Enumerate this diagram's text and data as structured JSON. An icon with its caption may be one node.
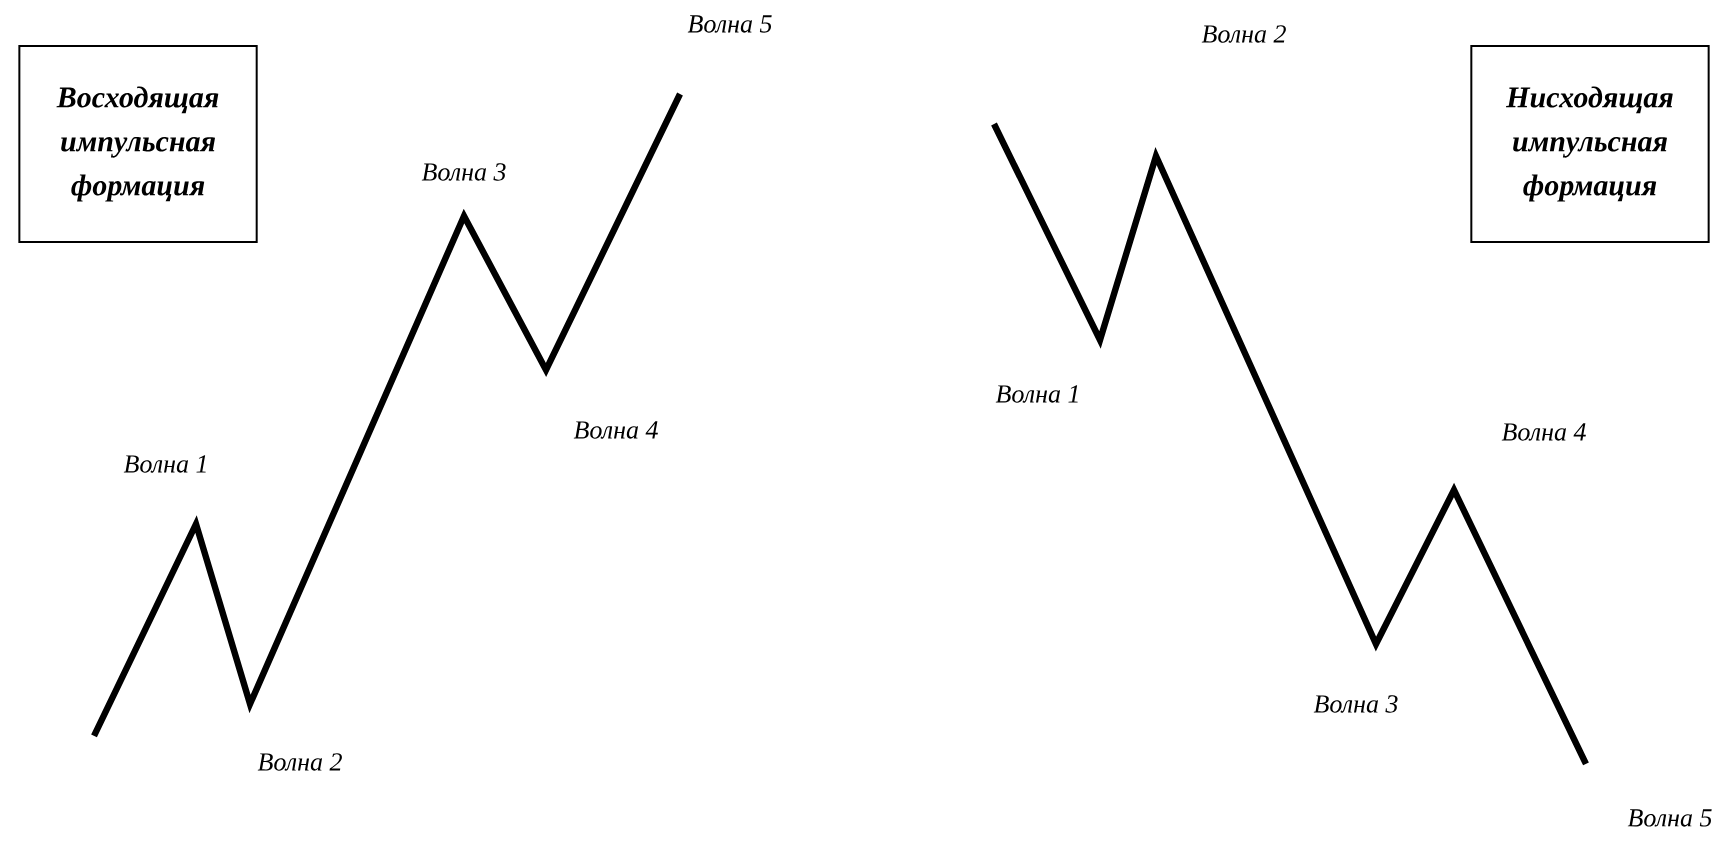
{
  "diagram": {
    "nodes": [
      {
        "text": [
          "Восходящая импульсная формация"
        ]
      },
      {
        "text": [
          "Нисходящая импульсная формация"
        ]
      }
    ],
    "labels": [
      "Волна 5",
      "Волна 2",
      "Волна 3",
      "Волна 1",
      "Волна 4",
      "Волна 4",
      "Волна 1",
      "Волна 3",
      "Волна 2",
      "Волна 5"
    ]
  }
}
